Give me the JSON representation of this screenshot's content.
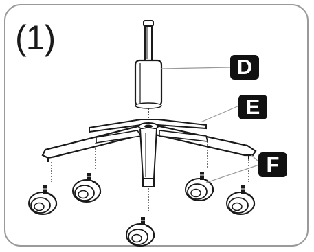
{
  "step": {
    "number": "(1)"
  },
  "labels": {
    "d": "D",
    "e": "E",
    "f": "F"
  },
  "parts": [
    {
      "id": "gas-lift",
      "label_key": "d"
    },
    {
      "id": "five-star-base",
      "label_key": "e"
    },
    {
      "id": "casters",
      "label_key": "f",
      "count": 5
    }
  ],
  "colors": {
    "line": "#1a1a1a",
    "frame": "#9a9a9a",
    "badge": "#111111",
    "badge_text": "#ffffff"
  }
}
